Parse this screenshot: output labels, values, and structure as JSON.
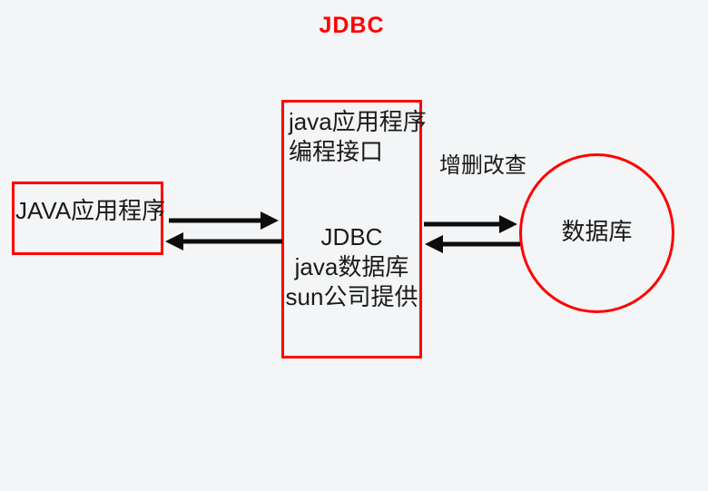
{
  "title": "JDBC",
  "colors": {
    "accent_red": "#fe0000",
    "arrow_black": "#0d0d0d",
    "background": "#f4f5f6",
    "text": "#1a1a1a"
  },
  "diagram": {
    "left_box": {
      "label": "JAVA应用程序"
    },
    "center_box": {
      "top_lines": [
        "java应用程序",
        "编程接口"
      ],
      "bottom_lines": [
        "JDBC",
        "java数据库",
        "sun公司提供"
      ]
    },
    "database_circle": {
      "label": "数据库"
    },
    "crud_label": "增删改查"
  }
}
